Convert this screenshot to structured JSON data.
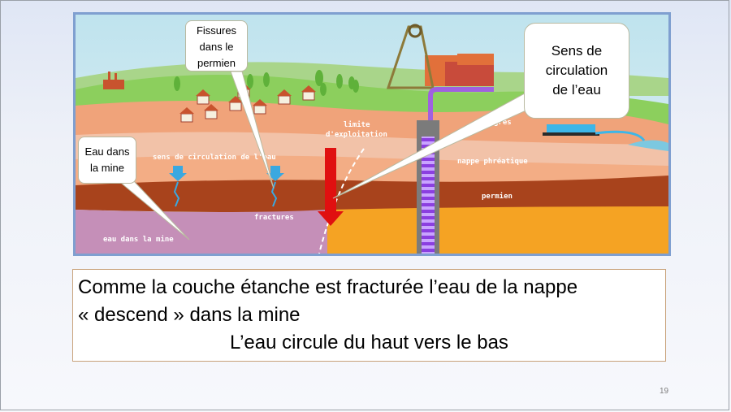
{
  "diagram": {
    "labels": {
      "limite_line1": "limite",
      "limite_line2": "d'exploitation",
      "gres": "grès",
      "sens_circulation": "sens de circulation de l'eau",
      "nappe": "nappe phréatique",
      "permien": "permien",
      "fractures": "fractures",
      "eau_dans_la_mine": "eau dans la mine"
    }
  },
  "callouts": {
    "fissures": [
      "Fissures",
      "dans le",
      "permien"
    ],
    "eau_mine": [
      "Eau dans",
      "la mine"
    ],
    "sens": [
      "Sens de",
      "circulation",
      "de l’eau"
    ]
  },
  "caption": {
    "line1": "Comme la couche étanche est fracturée l’eau de la nappe",
    "line2": "« descend » dans la mine",
    "line3": "L’eau circule du haut vers le bas"
  },
  "slide": {
    "page_number": "19"
  },
  "colors": {
    "frame_border": "#7f9fd0",
    "permien": "#a8431c",
    "mine_water": "#c58fb8",
    "arrow": "#e01010",
    "shaft": "#a060e0"
  }
}
